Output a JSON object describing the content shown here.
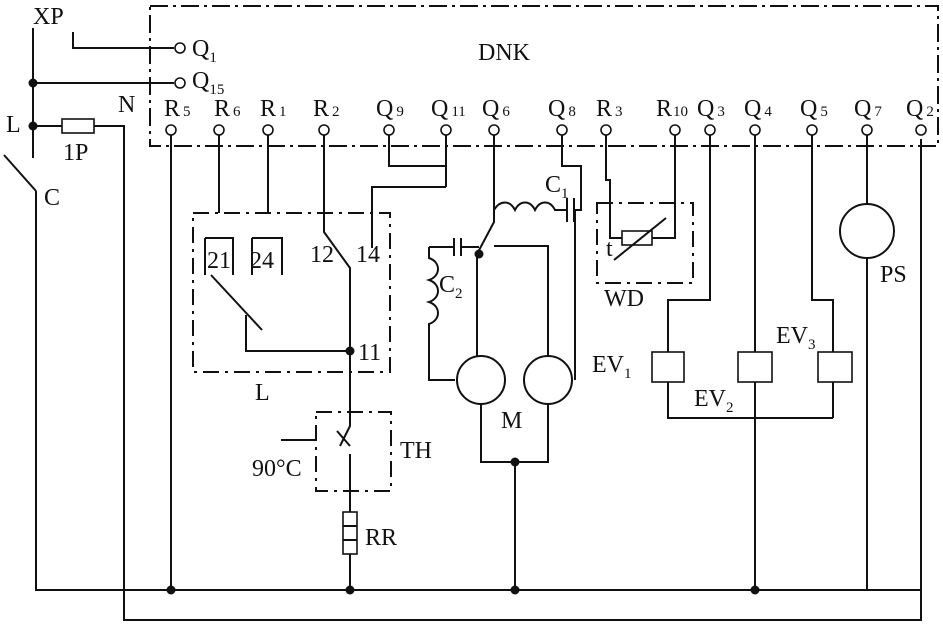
{
  "header": {
    "plug": "XP",
    "controller": "DNK"
  },
  "terminals": {
    "q1": {
      "main": "Q",
      "sub": "1"
    },
    "q15": {
      "main": "Q",
      "sub": "15"
    },
    "r5": {
      "main": "R",
      "sub": "5"
    },
    "r6": {
      "main": "R",
      "sub": "6"
    },
    "r1": {
      "main": "R",
      "sub": "1"
    },
    "r2": {
      "main": "R",
      "sub": "2"
    },
    "q9": {
      "main": "Q",
      "sub": "9"
    },
    "q11": {
      "main": "Q",
      "sub": "11"
    },
    "q6": {
      "main": "Q",
      "sub": "6"
    },
    "q8": {
      "main": "Q",
      "sub": "8"
    },
    "r3": {
      "main": "R",
      "sub": "3"
    },
    "r10": {
      "main": "R",
      "sub": "10"
    },
    "q3": {
      "main": "Q",
      "sub": "3"
    },
    "q4": {
      "main": "Q",
      "sub": "4"
    },
    "q5": {
      "main": "Q",
      "sub": "5"
    },
    "q7": {
      "main": "Q",
      "sub": "7"
    },
    "q2": {
      "main": "Q",
      "sub": "2"
    }
  },
  "lines": {
    "live": "L",
    "neutral": "N"
  },
  "components": {
    "fuse": "1P",
    "door_switch": "C",
    "level_switch": "L",
    "contact_21": "21",
    "contact_24": "24",
    "contact_12": "12",
    "contact_14": "14",
    "contact_11": "11",
    "capacitor_1": {
      "main": "C",
      "sub": "1"
    },
    "capacitor_2": {
      "main": "C",
      "sub": "2"
    },
    "thermostat_t": "t",
    "thermostat": "WD",
    "motor": "M",
    "valve_1": {
      "main": "EV",
      "sub": "1"
    },
    "valve_2": {
      "main": "EV",
      "sub": "2"
    },
    "valve_3": {
      "main": "EV",
      "sub": "3"
    },
    "pressure_switch": "PS",
    "thermal_cutout": "TH",
    "cutout_temp": "90°C",
    "heater": "RR"
  }
}
